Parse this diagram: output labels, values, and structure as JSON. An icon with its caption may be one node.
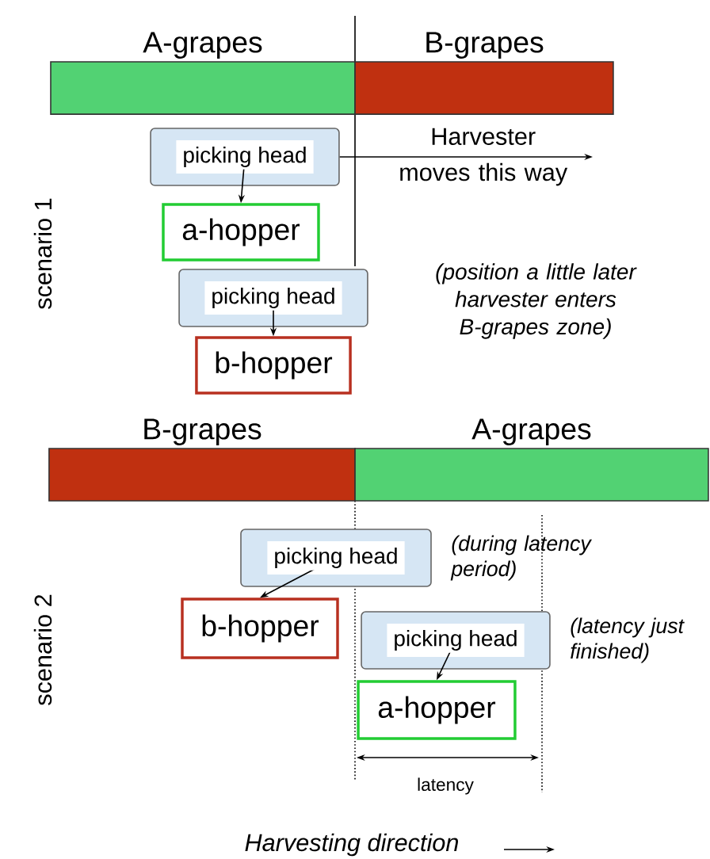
{
  "diagram": {
    "nodes": [
      {
        "text": [
          "A-grapes"
        ]
      },
      {
        "text": [
          "B-grapes"
        ]
      },
      {
        "text": [
          "picking head"
        ]
      },
      {
        "text": [
          "a-hopper"
        ]
      },
      {
        "text": [
          "picking head"
        ]
      },
      {
        "text": [
          "b-hopper"
        ]
      },
      {
        "text": [
          "B-grapes"
        ]
      },
      {
        "text": [
          "A-grapes"
        ]
      },
      {
        "text": [
          "picking head"
        ],
        "beside": [
          "(during latency period)"
        ]
      },
      {
        "text": [
          "b-hopper"
        ]
      },
      {
        "text": [
          "picking head"
        ],
        "beside": [
          "(latency just finished)"
        ]
      },
      {
        "text": [
          "a-hopper"
        ]
      }
    ],
    "edges": [
      {
        "from": 2,
        "to": 3,
        "arrow": "to"
      },
      {
        "from": 4,
        "to": 5,
        "arrow": "to"
      },
      {
        "from": 2,
        "to": null,
        "arrow": "to",
        "label": "Harvester moves this way"
      },
      {
        "from": 8,
        "to": 9,
        "arrow": "to"
      },
      {
        "from": 10,
        "to": 11,
        "arrow": "to"
      }
    ],
    "labels": [
      "scenario 1",
      "(position a little later harvester enters B-grapes zone)",
      "scenario 2",
      "latency",
      "Harvesting direction"
    ]
  }
}
